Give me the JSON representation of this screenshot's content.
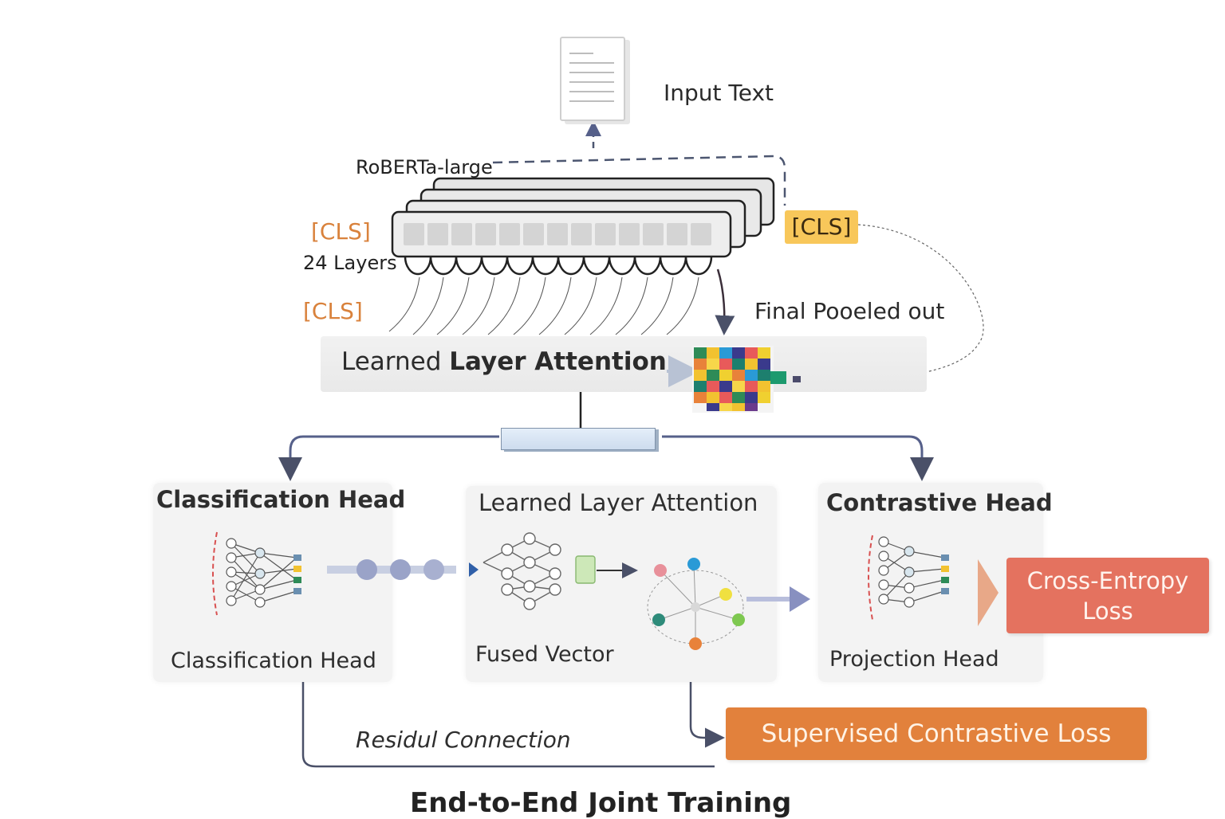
{
  "input": {
    "label": "Input Text"
  },
  "encoder": {
    "name": "RoBERTa-large",
    "cls_left_top": "[CLS]",
    "layers_label": "24 Layers",
    "cls_left_bottom": "[CLS]",
    "cls_right": "[CLS]",
    "pooled_label": "Final Pooeled out"
  },
  "attention": {
    "prefix": "Learned",
    "bold": "Layer Attention"
  },
  "heads": {
    "classification": {
      "title": "Classification Head",
      "sub": "Classification Head"
    },
    "fusion": {
      "title": "Learned Layer Attention",
      "sub": "Fused Vector"
    },
    "contrastive": {
      "title": "Contrastive Head",
      "sub": "Projection Head"
    }
  },
  "losses": {
    "cross_entropy": [
      "Cross-Entropy",
      "Loss"
    ],
    "supervised_contrastive": "Supervised Contrastive Loss"
  },
  "residual_label": "Residul Connection",
  "footer": "End-to-End Joint Training",
  "colors": {
    "cls_orange": "#d9823c",
    "cls_highlight": "#f8c75a",
    "cross_entropy": "#e4725f",
    "supervised_contrastive": "#e2813c",
    "arrow": "#5c6478"
  }
}
